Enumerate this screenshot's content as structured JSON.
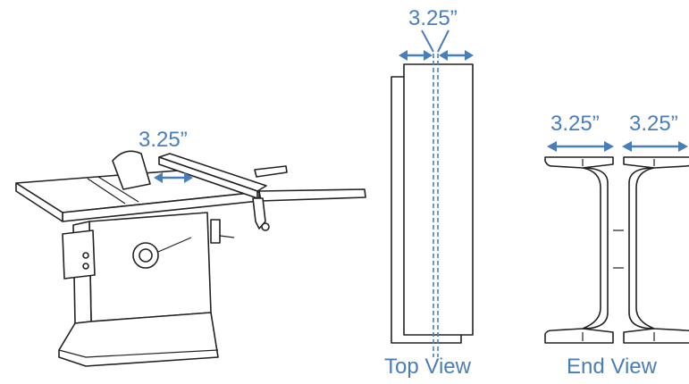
{
  "labels": {
    "saw_dimension": "3.25”",
    "top_dimension": "3.25”",
    "end_left_dimension": "3.25”",
    "end_right_dimension": "3.25”",
    "top_view_caption": "Top View",
    "end_view_caption": "End View"
  },
  "colors": {
    "dimension": "#4a7ebb",
    "outline": "#222222"
  }
}
